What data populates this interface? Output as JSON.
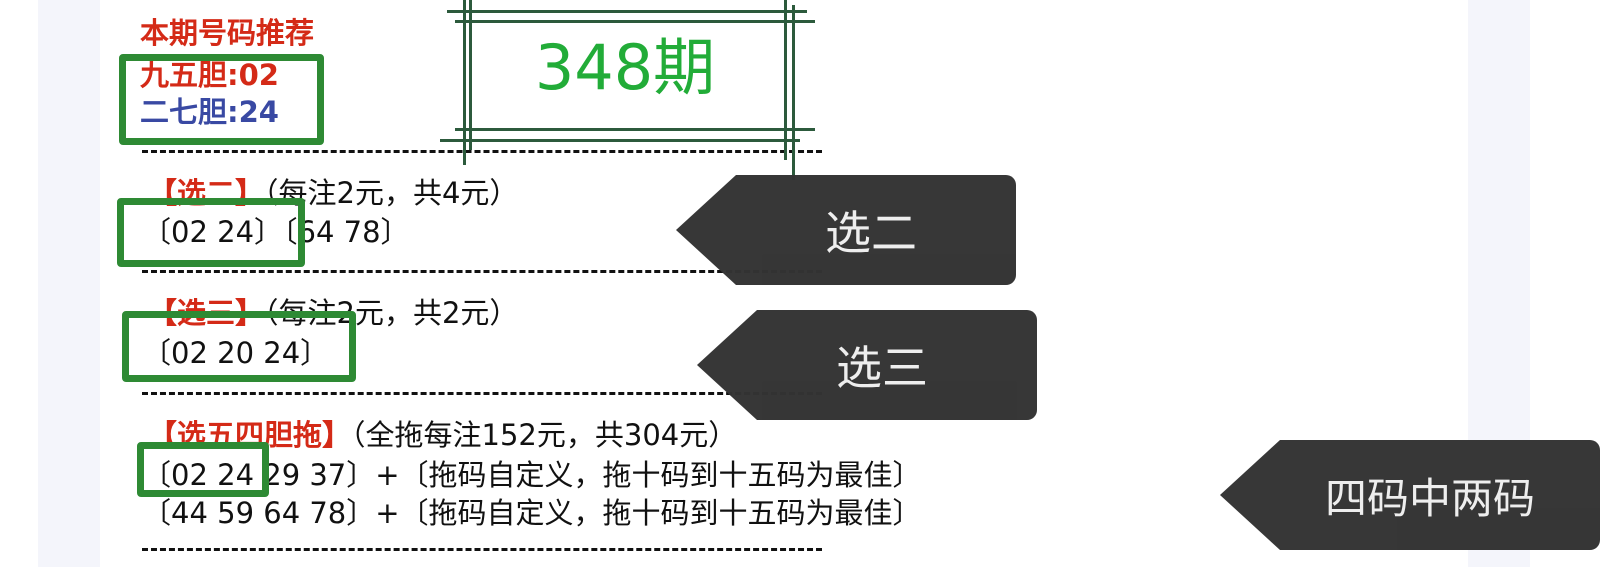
{
  "header": {
    "title": "本期号码推荐",
    "dan1": "九五胆:02",
    "dan2": "二七胆:24"
  },
  "issue_label": "348期",
  "sections": [
    {
      "label": "【选二】",
      "note": "（每注2元，共4元）",
      "lines": [
        "〔02 24〕〔64 78〕"
      ]
    },
    {
      "label": "【选三】",
      "note": "（每注2元，共2元）",
      "lines": [
        "〔02 20 24〕"
      ]
    },
    {
      "label": "【选五四胆拖】",
      "note": "（全拖每注152元，共304元）",
      "lines": [
        "〔02 24 29 37〕+〔拖码自定义，拖十码到十五码为最佳〕",
        "〔44 59 64 78〕+〔拖码自定义，拖十码到十五码为最佳〕"
      ]
    }
  ],
  "tags": [
    "选二",
    "选三",
    "四码中两码"
  ],
  "colors": {
    "red": "#d42a17",
    "blue": "#3949a3",
    "green_issue": "#22ac38",
    "highlight_box": "#2e8a34",
    "tag_bg": "#333333"
  }
}
